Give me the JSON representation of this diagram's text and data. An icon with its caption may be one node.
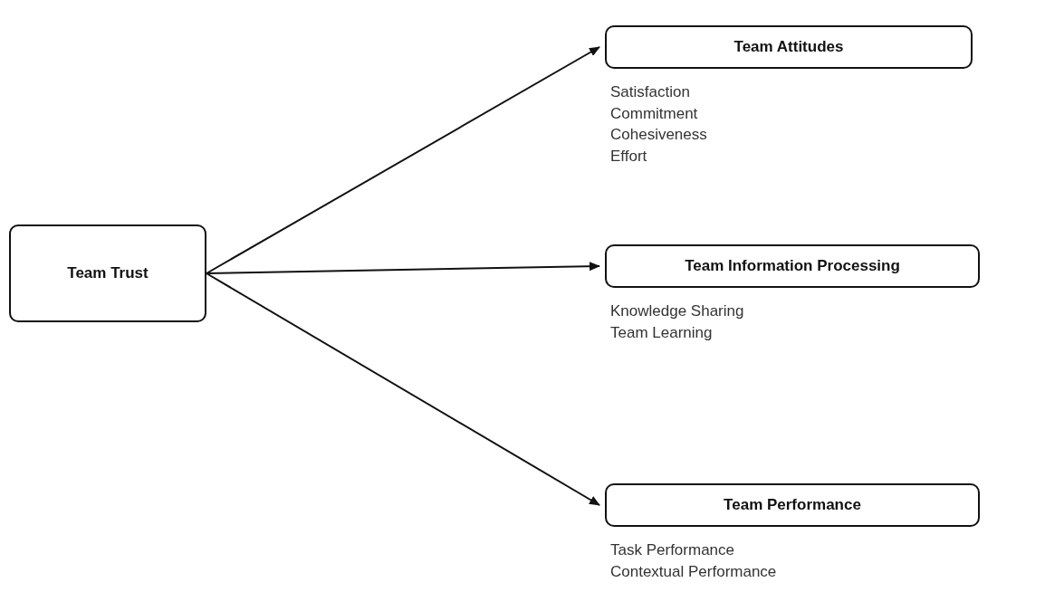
{
  "diagram": {
    "nodes": [
      {
        "text": [
          "Team Trust"
        ]
      },
      {
        "text": [
          "Team Attitudes"
        ],
        "beside": [
          "Satisfaction",
          "Commitment",
          "Cohesiveness",
          "Effort"
        ]
      },
      {
        "text": [
          "Team Information Processing"
        ],
        "beside": [
          "Knowledge Sharing",
          "Team Learning"
        ]
      },
      {
        "text": [
          "Team Performance"
        ],
        "beside": [
          "Task Performance",
          "Contextual Performance"
        ]
      }
    ],
    "edges": [
      {
        "from": 0,
        "to": 1,
        "arrow": "to"
      },
      {
        "from": 0,
        "to": 2,
        "arrow": "to"
      },
      {
        "from": 0,
        "to": 3,
        "arrow": "to"
      }
    ]
  }
}
